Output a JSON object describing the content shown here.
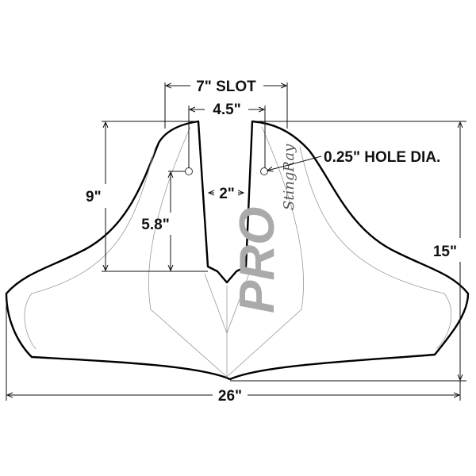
{
  "title": "StingRay PRO hydrofoil dimensions",
  "logo": {
    "main": "PRO",
    "script": "StingRay"
  },
  "dimensions": {
    "slot": "7\" SLOT",
    "inner_width": "4.5\"",
    "slot_width": "2\"",
    "hole": "0.25\" HOLE DIA.",
    "height_slot": "9\"",
    "hole_height": "5.8\"",
    "total_height": "15\"",
    "total_width": "26\""
  },
  "colors": {
    "outline": "#000000",
    "logo": "#aaaaaa"
  }
}
